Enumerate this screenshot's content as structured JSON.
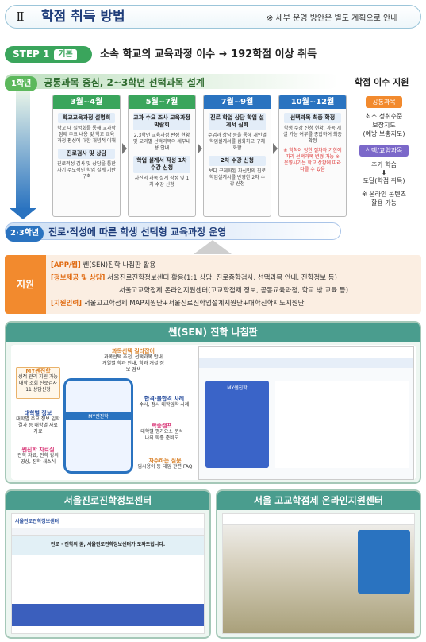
{
  "header": {
    "roman": "Ⅱ",
    "title": "학점 취득 방법",
    "note": "※ 세부 운영 방안은 별도 계획으로 안내"
  },
  "step": {
    "label": "STEP 1",
    "tag": "기본",
    "text": "소속 학교의 교육과정 이수 ➜ 192학점 이상 취득"
  },
  "grade1": {
    "tag": "1학년",
    "text": "공통과목 중심, 2~3학년 선택과목 설계"
  },
  "columns": [
    {
      "month": "3월~4월",
      "color": "#3aa55c",
      "box1": "학교교육과정 설명회",
      "desc1": "학교 내 설명회를 통해 교과학점제 주요 내용 및 학교 교육과정 편성에 대한 개념적 이해",
      "box2": "진로검사 및 상담",
      "desc2": "진로적성 검사 및 상담을 통한 자기 주도적인 학업 설계 기반 구축",
      "note": ""
    },
    {
      "month": "5월~7월",
      "color": "#3aa55c",
      "box1": "교과 수요 조사 교육과정 박람회",
      "desc1": "2,3학년 교육과정 편성 현황 및 교과별 선택과목의 세부내용 안내",
      "box2": "학업 설계서 작성 1차 수강 신청",
      "desc2": "자신의 과목 설계 작성 및 1차 수강 신청",
      "note": ""
    },
    {
      "month": "7월~9월",
      "color": "#2a73c0",
      "box1": "진로 학업 상담 학업 설계서 심화",
      "desc1": "수업과 상담 등을 통해 개인별 학업설계서를 심화하고 구체화함",
      "box2": "2차 수강 신청",
      "desc2": "보다 구체화된 자신만의 진로학업설계서를 반영한 2차 수강 신청",
      "note": ""
    },
    {
      "month": "10월~12월",
      "color": "#2a73c0",
      "box1": "선택과목 최종 확정",
      "desc1": "학생 수강 신청 현황, 과목 개설 가능 여부를 종합하여 최종 확정",
      "box2": "",
      "desc2": "",
      "note": "※ 학칙이 정한 절차와 기한에 따라 선택과목 변경 가능 ※ 운영시기는 학교 상황에 따라 다를 수 있음"
    }
  ],
  "side": {
    "title": "학점 이수 지원",
    "p1": "공통과목",
    "d1a": "최소 성취수준",
    "d1b": "보장지도",
    "d1c": "(예방·보충지도)",
    "p2": "선택/교양과목",
    "d2a": "추가 학습",
    "d2b": "도달(학점 취득)",
    "d2c": "※ 온라인 콘텐츠",
    "d2d": "활용 가능"
  },
  "grade23": {
    "tag": "2·3학년",
    "text": "진로·적성에 따른 학생 선택형 교육과정 운영"
  },
  "support": {
    "label": "지원",
    "l1k": "[APP/웹]",
    "l1": " 쎈(SEN)진학 나침판 활용",
    "l2k": "[정보제공 및 상담]",
    "l2": " 서울진로진학정보센터 활용(1:1 상담, 진로종합검사, 선택과목 안내, 진학정보 등)",
    "l3": "서울고교학점제 온라인지원센터(고교학점제 정보, 공동교육과정, 학교 밖 교육 등)",
    "l4k": "[지원인력]",
    "l4": " 서울고교학점제 MAP지원단+서울진로진학업설계지원단+대학진학지도지원단"
  },
  "sen": {
    "title": "쎈(SEN) 진학 나침판",
    "c1": "과목선택 길라잡이",
    "c1d": "과목선택 추천, 선택과목 안내 계열별 학과 안내, 학과 개설 정보 검색",
    "c2": "MY쎈진학",
    "c2d": "성적 관리 지원 가능 대학 조회 진로검사 11 상담신청",
    "c3": "대학별 정보",
    "c3d": "대학별 주요 정보 입학 결과 등 대학별 자료 자료",
    "c4": "합격·불합격 사례",
    "c4d": "수시, 정시 대학입학 사례",
    "c5": "쎈진학 자료실",
    "c5d": "진학 자료, 진학 강의 영상, 진학 새소식",
    "c6": "학종캠프",
    "c6d": "대학별 평가요소 분석 나의 학종 준비도",
    "c7": "자주하는 질문",
    "c7d": "입시용어 등 대입 관련 FAQ",
    "phone": "MY쎈진학",
    "web": "MY쎈진학"
  },
  "seoul_center": {
    "title": "서울진로진학정보센터",
    "site": "서울진로진학정보센터",
    "banner": "진로 · 진학의 꿈, 서울진로진학정보센터가 도와드립니다."
  },
  "online_center": {
    "title": "서울 고교학점제 온라인지원센터"
  }
}
